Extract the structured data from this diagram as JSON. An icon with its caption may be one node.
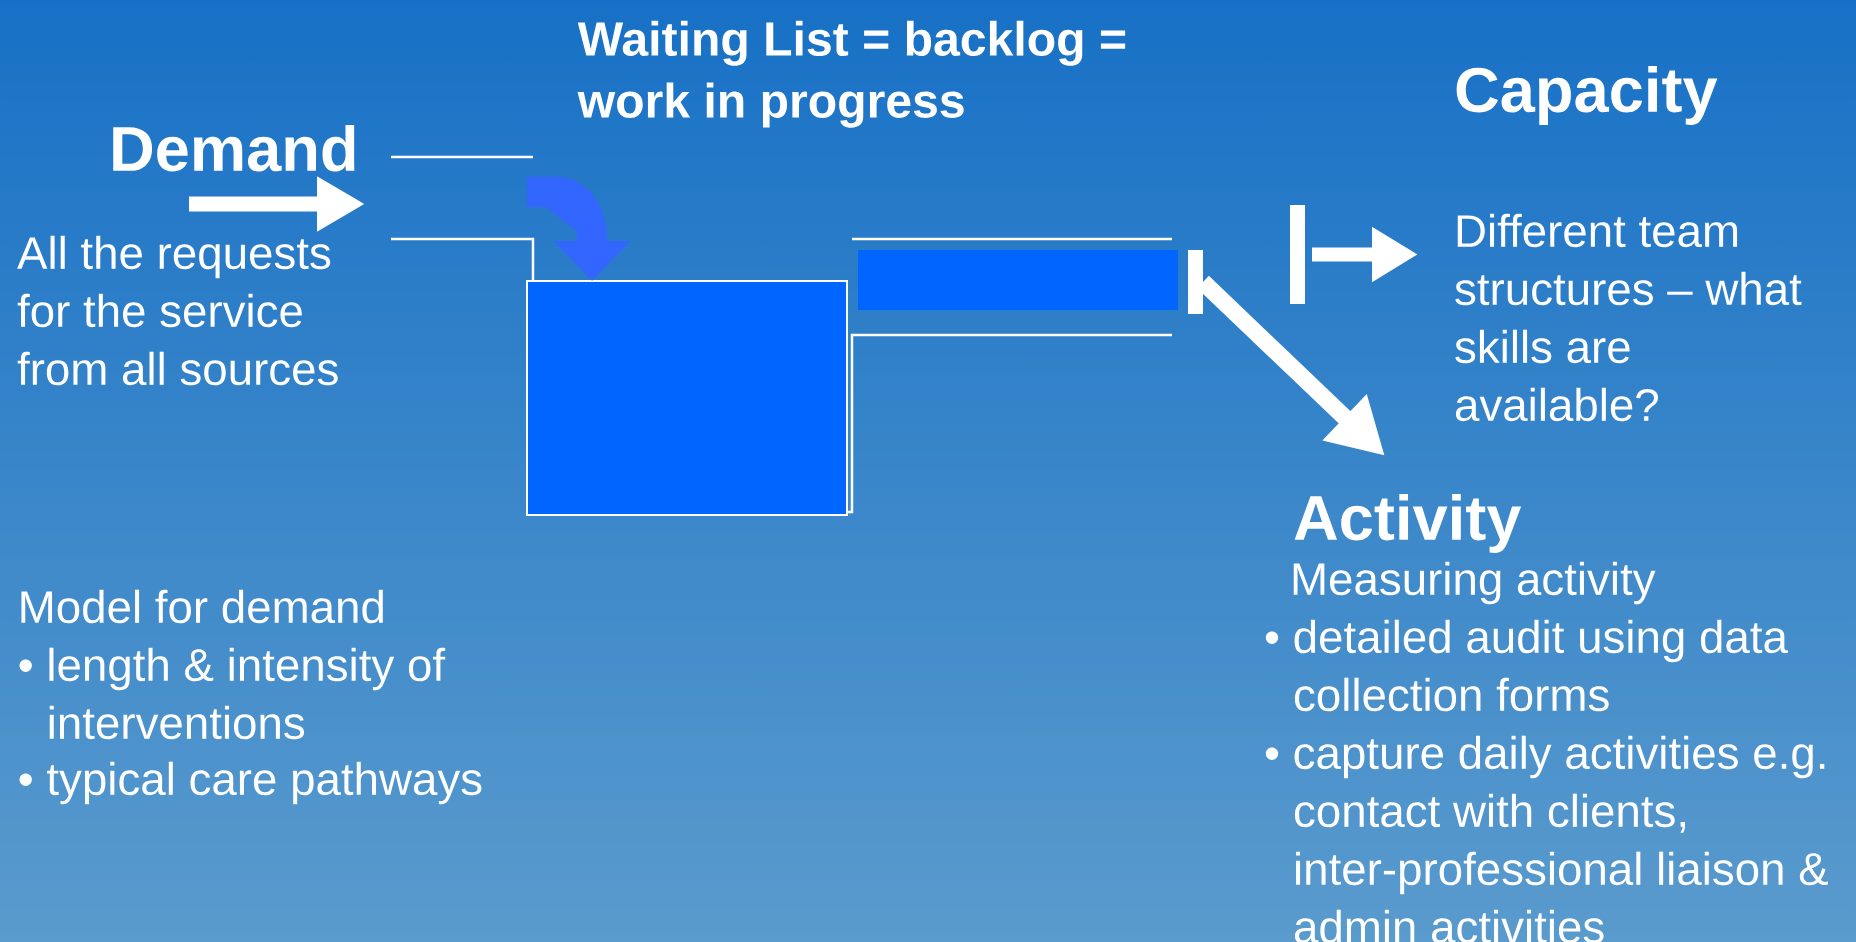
{
  "diagram": {
    "nodes": [
      {
        "text": [
          "Demand",
          "All the requests for the service from all sources"
        ]
      },
      {
        "text": [],
        "shape": "box",
        "beside": [
          "Waiting List = backlog = work in progress"
        ]
      },
      {
        "text": [],
        "shape": "bar"
      },
      {
        "text": [],
        "shape": "bar"
      },
      {
        "text": [],
        "shape": "bar"
      },
      {
        "text": [
          "Capacity",
          "Different team structures – what skills are available?"
        ]
      },
      {
        "text": [
          "Activity",
          "Measuring activity",
          "• detailed audit using data collection forms",
          "• capture daily activities e.g. contact with clients, inter-professional liaison & admin activities"
        ]
      }
    ],
    "edges": [
      {
        "from": 0,
        "to": null,
        "arrow": "to"
      },
      {
        "from": null,
        "to": 1,
        "arrow": "to",
        "color": "#3366ff"
      },
      {
        "from": 3,
        "to": 6,
        "arrow": "to"
      },
      {
        "from": 4,
        "to": 5,
        "arrow": "to"
      }
    ],
    "labels": [
      "Model for demand",
      "• length & intensity of interventions",
      "• typical care pathways"
    ]
  }
}
